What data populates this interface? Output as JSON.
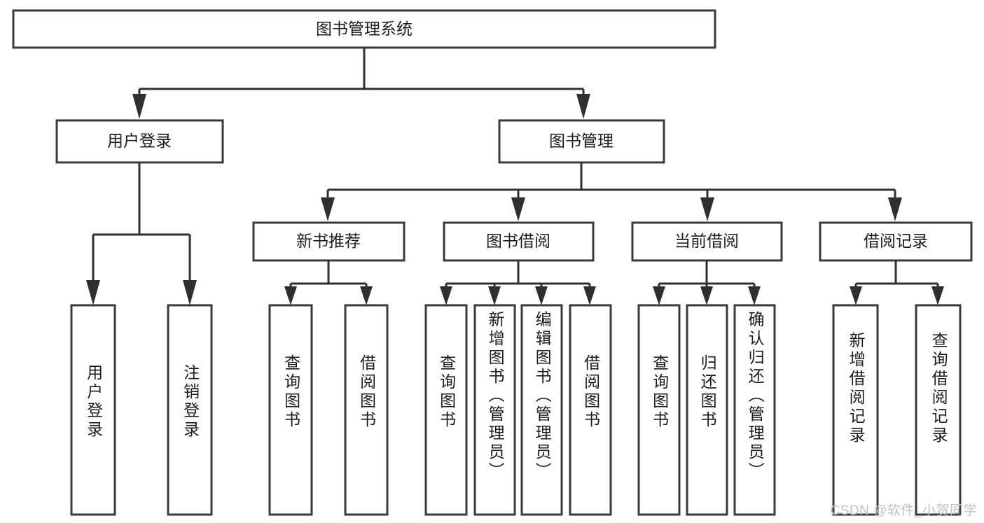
{
  "diagram": {
    "type": "tree-hierarchy",
    "title": "图书管理系统",
    "root": {
      "label": "图书管理系统",
      "level": 0
    },
    "level1": [
      {
        "label": "用户登录"
      },
      {
        "label": "图书管理"
      }
    ],
    "level2": [
      {
        "label": "新书推荐",
        "parent": "图书管理"
      },
      {
        "label": "图书借阅",
        "parent": "图书管理"
      },
      {
        "label": "当前借阅",
        "parent": "图书管理"
      },
      {
        "label": "借阅记录",
        "parent": "图书管理"
      }
    ],
    "leaves": {
      "user_login": [
        {
          "label": "用户登录"
        },
        {
          "label": "注销登录"
        }
      ],
      "new_book_recommend": [
        {
          "label": "查询图书"
        },
        {
          "label": "借阅图书"
        }
      ],
      "book_borrow": [
        {
          "label": "查询图书"
        },
        {
          "label": "新增图书（管理员）"
        },
        {
          "label": "编辑图书（管理员）"
        },
        {
          "label": "借阅图书"
        }
      ],
      "current_borrow": [
        {
          "label": "查询图书"
        },
        {
          "label": "归还图书"
        },
        {
          "label": "确认归还（管理员）"
        }
      ],
      "borrow_record": [
        {
          "label": "新增借阅记录"
        },
        {
          "label": "查询借阅记录"
        }
      ]
    }
  },
  "watermark": {
    "text": "CSDN @软件_小贺同学"
  },
  "colors": {
    "box_stroke": "#3a3a3a",
    "connector": "#2f2f2f",
    "text": "#1c1c1c",
    "background": "#ffffff",
    "watermark": "#c2c2c2"
  }
}
